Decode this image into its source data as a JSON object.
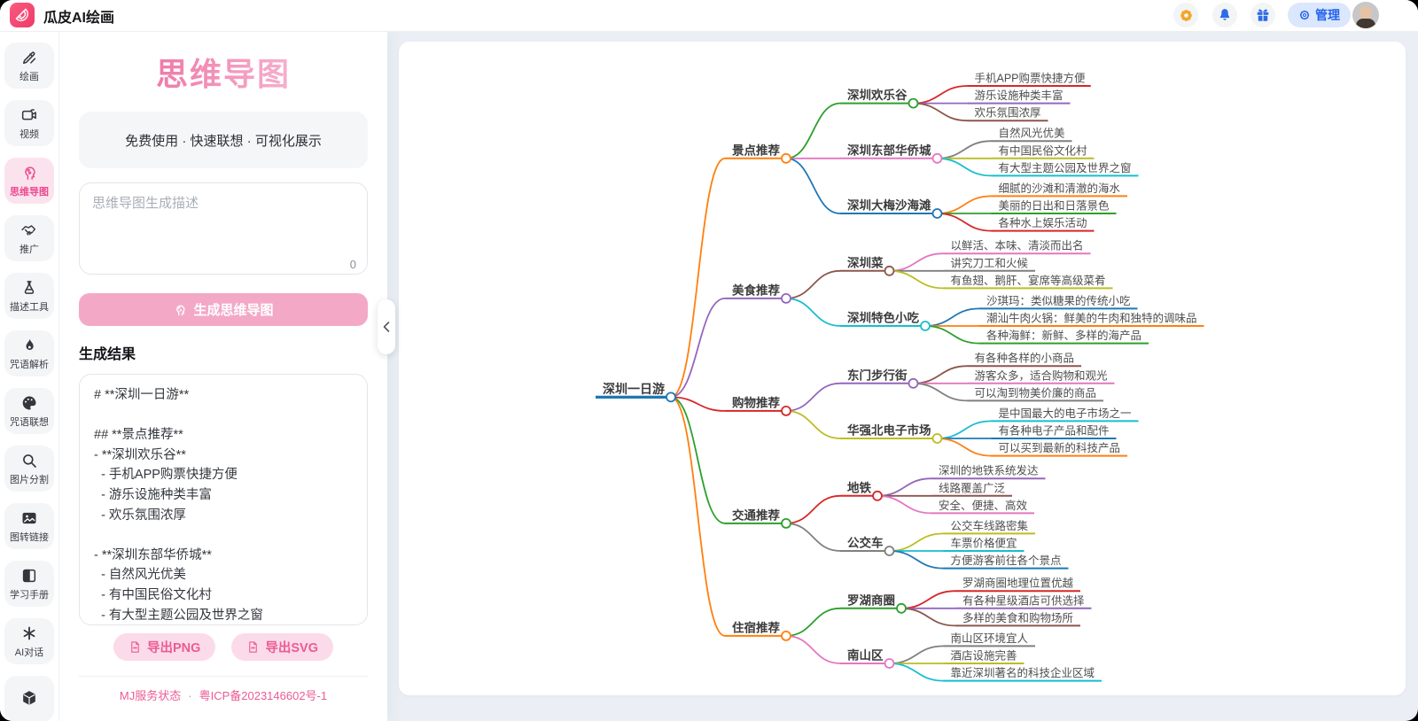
{
  "header": {
    "brand": "瓜皮AI绘画",
    "manage_label": "管理",
    "icon_names": [
      "gear-icon",
      "bell-icon",
      "gift-icon"
    ],
    "colors": {
      "gear_orange": "#f5a623",
      "icon_blue": "#2e6be6",
      "manage_blue": "#2563eb",
      "manage_bg": "#dbe7fd",
      "logo_pink": "#ee3a68"
    }
  },
  "sidebar": {
    "active_item": "思维导图",
    "active_color": "#ec4b8f",
    "items": [
      {
        "label": "绘画",
        "icon": "pen-icon"
      },
      {
        "label": "视频",
        "icon": "video-icon"
      },
      {
        "label": "思维导图",
        "icon": "mindmap-icon"
      },
      {
        "label": "推广",
        "icon": "handshake-icon"
      },
      {
        "label": "描述工具",
        "icon": "flask-icon"
      },
      {
        "label": "咒语解析",
        "icon": "flame-icon"
      },
      {
        "label": "咒语联想",
        "icon": "palette-icon"
      },
      {
        "label": "图片分割",
        "icon": "magnifier-icon"
      },
      {
        "label": "图转链接",
        "icon": "image-icon"
      },
      {
        "label": "学习手册",
        "icon": "book-icon"
      },
      {
        "label": "AI对话",
        "icon": "asterisk-icon"
      },
      {
        "label": "",
        "icon": "cube-icon"
      }
    ]
  },
  "panel": {
    "title": "思维导图",
    "subtitle": "免费使用 · 快速联想 · 可视化展示",
    "input_placeholder": "思维导图生成描述",
    "char_count": "0",
    "generate_label": "生成思维导图",
    "result_heading": "生成结果",
    "result_text": "# **深圳一日游**\n\n## **景点推荐**\n- **深圳欢乐谷**\n  - 手机APP购票快捷方便\n  - 游乐设施种类丰富\n  - 欢乐氛围浓厚\n\n- **深圳东部华侨城**\n  - 自然风光优美\n  - 有中国民俗文化村\n  - 有大型主题公园及世界之窗",
    "export_png_label": "导出PNG",
    "export_svg_label": "导出SVG",
    "footer_link_1": "MJ服务状态",
    "footer_separator": "·",
    "footer_link_2": "粤ICP备2023146602号-1",
    "button_pink": "#f3a9c6",
    "accent_pink": "#ec5b96"
  },
  "mindmap": {
    "root": {
      "label": "深圳一日游",
      "color": "#1f77b4",
      "children": [
        {
          "label": "景点推荐",
          "color": "#ff7f0e",
          "children": [
            {
              "label": "深圳欢乐谷",
              "color": "#2ca02c",
              "children": [
                {
                  "label": "手机APP购票快捷方便",
                  "color": "#d62728"
                },
                {
                  "label": "游乐设施种类丰富",
                  "color": "#9467bd"
                },
                {
                  "label": "欢乐氛围浓厚",
                  "color": "#8c564b"
                }
              ]
            },
            {
              "label": "深圳东部华侨城",
              "color": "#e377c2",
              "children": [
                {
                  "label": "自然风光优美",
                  "color": "#7f7f7f"
                },
                {
                  "label": "有中国民俗文化村",
                  "color": "#bcbd22"
                },
                {
                  "label": "有大型主题公园及世界之窗",
                  "color": "#17becf"
                }
              ]
            },
            {
              "label": "深圳大梅沙海滩",
              "color": "#1f77b4",
              "children": [
                {
                  "label": "细腻的沙滩和清澈的海水",
                  "color": "#ff7f0e"
                },
                {
                  "label": "美丽的日出和日落景色",
                  "color": "#2ca02c"
                },
                {
                  "label": "各种水上娱乐活动",
                  "color": "#d62728"
                }
              ]
            }
          ]
        },
        {
          "label": "美食推荐",
          "color": "#9467bd",
          "children": [
            {
              "label": "深圳菜",
              "color": "#8c564b",
              "children": [
                {
                  "label": "以鲜活、本味、清淡而出名",
                  "color": "#e377c2"
                },
                {
                  "label": "讲究刀工和火候",
                  "color": "#7f7f7f"
                },
                {
                  "label": "有鱼翅、鹅肝、宴席等高级菜肴",
                  "color": "#bcbd22"
                }
              ]
            },
            {
              "label": "深圳特色小吃",
              "color": "#17becf",
              "children": [
                {
                  "label": "沙琪玛：类似糖果的传统小吃",
                  "color": "#1f77b4"
                },
                {
                  "label": "潮汕牛肉火锅：鲜美的牛肉和独特的调味品",
                  "color": "#ff7f0e"
                },
                {
                  "label": "各种海鲜：新鲜、多样的海产品",
                  "color": "#2ca02c"
                }
              ]
            }
          ]
        },
        {
          "label": "购物推荐",
          "color": "#d62728",
          "children": [
            {
              "label": "东门步行街",
              "color": "#9467bd",
              "children": [
                {
                  "label": "有各种各样的小商品",
                  "color": "#8c564b"
                },
                {
                  "label": "游客众多，适合购物和观光",
                  "color": "#e377c2"
                },
                {
                  "label": "可以淘到物美价廉的商品",
                  "color": "#7f7f7f"
                }
              ]
            },
            {
              "label": "华强北电子市场",
              "color": "#bcbd22",
              "children": [
                {
                  "label": "是中国最大的电子市场之一",
                  "color": "#17becf"
                },
                {
                  "label": "有各种电子产品和配件",
                  "color": "#1f77b4"
                },
                {
                  "label": "可以买到最新的科技产品",
                  "color": "#ff7f0e"
                }
              ]
            }
          ]
        },
        {
          "label": "交通推荐",
          "color": "#2ca02c",
          "children": [
            {
              "label": "地铁",
              "color": "#d62728",
              "children": [
                {
                  "label": "深圳的地铁系统发达",
                  "color": "#9467bd"
                },
                {
                  "label": "线路覆盖广泛",
                  "color": "#8c564b"
                },
                {
                  "label": "安全、便捷、高效",
                  "color": "#e377c2"
                }
              ]
            },
            {
              "label": "公交车",
              "color": "#7f7f7f",
              "children": [
                {
                  "label": "公交车线路密集",
                  "color": "#bcbd22"
                },
                {
                  "label": "车票价格便宜",
                  "color": "#17becf"
                },
                {
                  "label": "方便游客前往各个景点",
                  "color": "#1f77b4"
                }
              ]
            }
          ]
        },
        {
          "label": "住宿推荐",
          "color": "#ff7f0e",
          "children": [
            {
              "label": "罗湖商圈",
              "color": "#2ca02c",
              "children": [
                {
                  "label": "罗湖商圈地理位置优越",
                  "color": "#d62728"
                },
                {
                  "label": "有各种星级酒店可供选择",
                  "color": "#9467bd"
                },
                {
                  "label": "多样的美食和购物场所",
                  "color": "#8c564b"
                }
              ]
            },
            {
              "label": "南山区",
              "color": "#e377c2",
              "children": [
                {
                  "label": "南山区环境宜人",
                  "color": "#7f7f7f"
                },
                {
                  "label": "酒店设施完善",
                  "color": "#bcbd22"
                },
                {
                  "label": "靠近深圳著名的科技企业区域",
                  "color": "#17becf"
                }
              ]
            }
          ]
        }
      ]
    }
  }
}
